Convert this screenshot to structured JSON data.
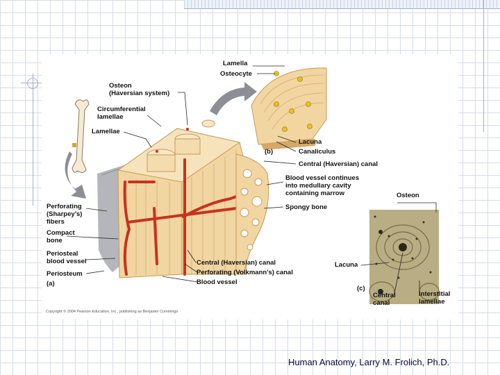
{
  "labels": {
    "lamella": "Lamella",
    "osteocyte": "Osteocyte",
    "osteon": "Osteon\n(Haversian system)",
    "circumferential": "Circumferential\nlamellae",
    "lamellae": "Lamellae",
    "b": "(b)",
    "lacuna": "Lacuna",
    "canaliculus": "Canaliculus",
    "central_canal": "Central (Haversian) canal",
    "blood_vessel_continues": "Blood vessel continues\ninto medullary cavity\ncontaining marrow",
    "spongy": "Spongy bone",
    "osteon_c": "Osteon",
    "perforating_fibers": "Perforating\n(Sharpey’s)\nfibers",
    "compact": "Compact\nbone",
    "periosteal": "Periosteal\nblood vessel",
    "periosteum": "Periosteum",
    "a": "(a)",
    "central_canal_a": "Central (Haversian) canal",
    "perforating_canal": "Perforating (Volkmann’s) canal",
    "blood_vessel": "Blood vessel",
    "lacuna_c": "Lacuna",
    "c": "(c)",
    "central_canal_c": "Central\ncanal",
    "interstitial": "Interstitial\nlamellae"
  },
  "copyright": "Copyright © 2004 Pearson Education, Inc., publishing as Benjamin Cummings",
  "footer": "Human Anatomy, Larry M. Frolich, Ph.D.",
  "colors": {
    "bone": "#f1d6a2",
    "bone_dark": "#d7a865",
    "vessel": "#c8321f",
    "osteocyte": "#e8c21c",
    "micrograph": "#b9ad84"
  }
}
